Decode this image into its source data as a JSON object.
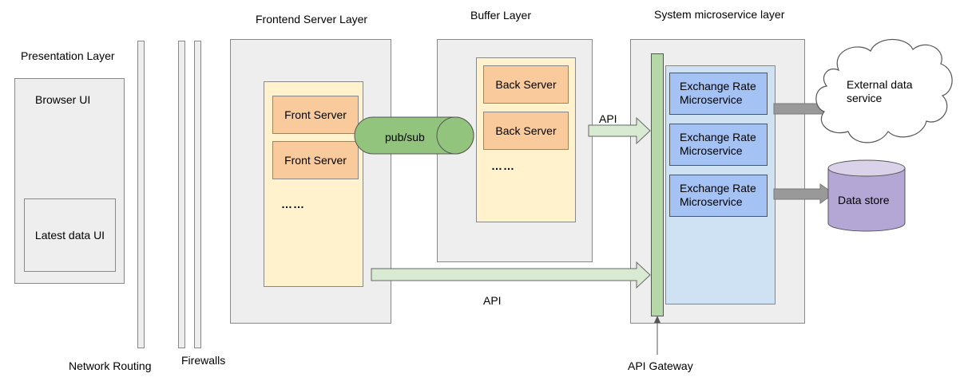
{
  "layers": {
    "presentation": "Presentation Layer",
    "frontend": "Frontend Server Layer",
    "buffer": "Buffer  Layer",
    "system": "System microservice  layer"
  },
  "presentation": {
    "browser_ui": "Browser  UI",
    "latest_data_ui": "Latest data UI"
  },
  "network": {
    "routing": "Network Routing",
    "firewalls": "Firewalls"
  },
  "frontend": {
    "servers": [
      "Front Server",
      "Front Server"
    ],
    "ellipsis": "……"
  },
  "buffer": {
    "queue": "pub/sub",
    "servers": [
      "Back Server",
      "Back Server"
    ],
    "ellipsis": "……"
  },
  "api": {
    "top": "API",
    "bottom": "API",
    "gateway": "API Gateway"
  },
  "microservices": [
    {
      "line1": "Exchange Rate",
      "line2": "Microservice"
    },
    {
      "line1": "Exchange Rate",
      "line2": "Microservice"
    },
    {
      "line1": "Exchange Rate",
      "line2": "Microservice"
    }
  ],
  "external": {
    "line1": "External data",
    "line2": "service"
  },
  "datastore": "Data store",
  "colors": {
    "queue": "#93c47d",
    "api_arrow": "#d9ead3",
    "gateway": "#b6d7a8",
    "microservice": "#a4c2f4",
    "datastore": "#b4a7d6",
    "server": "#f9cb9c",
    "server_panel": "#fff2cc"
  }
}
